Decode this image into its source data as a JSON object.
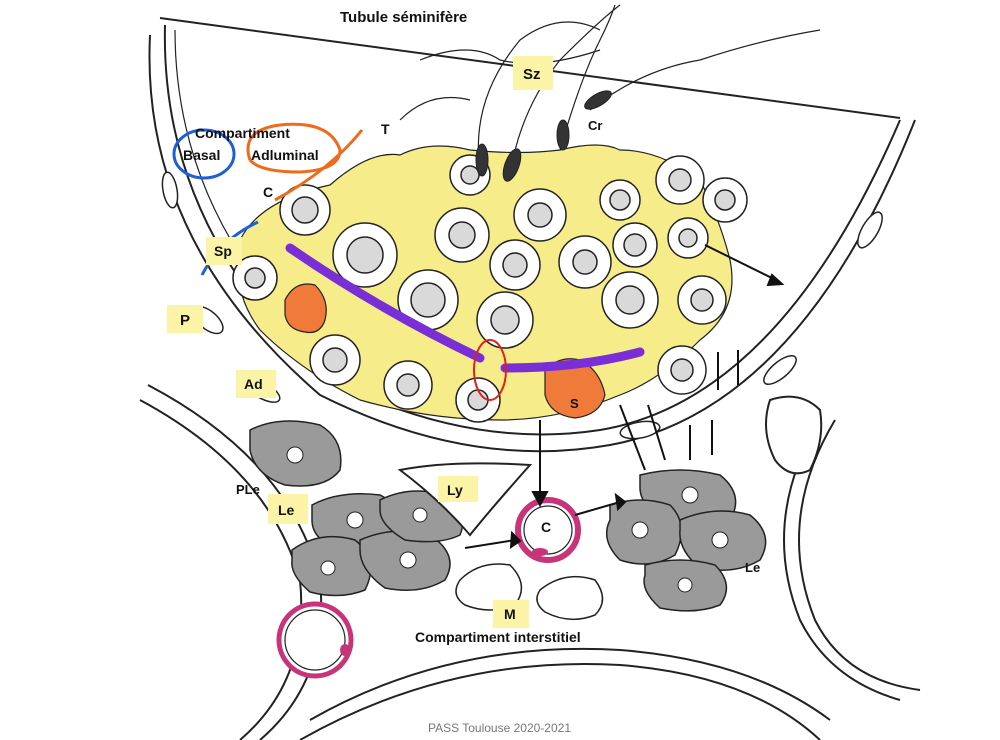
{
  "title": "Tubule séminifère",
  "footer": "PASS Toulouse 2020-2021",
  "compartments": {
    "heading": "Compartiment",
    "basal": "Basal",
    "adluminal": "Adluminal",
    "interstitial": "Compartiment interstitiel"
  },
  "labels": {
    "sz": "Sz",
    "cr": "Cr",
    "t": "T",
    "c_top": "C",
    "sp": "Sp",
    "p": "P",
    "ad": "Ad",
    "s": "S",
    "ly": "Ly",
    "c_vessel": "C",
    "ple": "PLe",
    "le_left": "Le",
    "le_right": "Le",
    "m": "M"
  },
  "colors": {
    "epithelium": "#f7ec8a",
    "sertoli": "#f07a3a",
    "vessel": "#c8347a",
    "leydig": "#9a9a9a",
    "barrier": "#7a2ed6",
    "basal_mark": "#1f5fd6",
    "adluminal_mark": "#f06a1a",
    "junction_mark": "#e0201a",
    "label_highlight": "#fbf4a6"
  }
}
